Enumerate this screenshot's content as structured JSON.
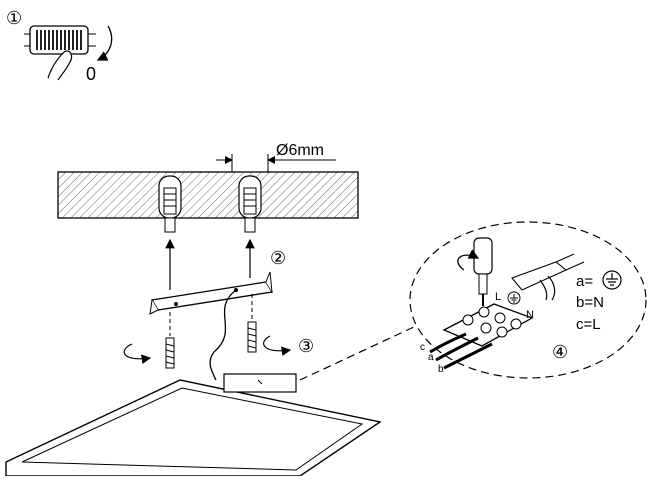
{
  "steps": {
    "step1": "①",
    "step2": "②",
    "step3": "③",
    "step4": "④"
  },
  "switch": {
    "off_label": "0"
  },
  "ceiling": {
    "drill_diameter": "Ø6mm"
  },
  "wiring": {
    "legend": {
      "a_prefix": "a=",
      "b": "b=N",
      "c": "c=L"
    },
    "terminal_L": "L",
    "terminal_N": "N",
    "wire_labels": [
      "c",
      "a",
      "b"
    ]
  },
  "colors": {
    "ink": "#000000",
    "paper": "#ffffff",
    "hatch": "#6a6a6a"
  },
  "icons": [
    "ground-symbol-icon",
    "rotate-arrow-icon",
    "screwdriver-icon"
  ]
}
